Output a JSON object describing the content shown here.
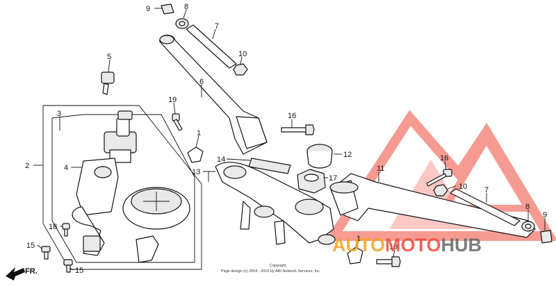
{
  "callouts": {
    "c1a": "1",
    "c1b": "1",
    "c2": "2",
    "c3": "3",
    "c4": "4",
    "c5": "5",
    "c6": "6",
    "c7a": "7",
    "c7b": "7",
    "c8a": "8",
    "c8b": "8",
    "c9a": "9",
    "c9b": "9",
    "c10a": "10",
    "c10b": "10",
    "c11": "11",
    "c12": "12",
    "c13": "13",
    "c14": "14",
    "c15a": "15",
    "c15b": "15",
    "c16a": "16",
    "c16b": "16",
    "c17": "17",
    "c18": "18",
    "c19a": "19",
    "c19b": "19"
  },
  "front_indicator": "FR.",
  "watermark": {
    "part1": "AUTO",
    "part2": "MOTO",
    "part3": "HUB"
  },
  "copyright": {
    "line1": "Copyright",
    "line2": "Page design (c) 2004 - 2016 by ARI Network Services, Inc."
  },
  "colors": {
    "watermark_red": "#f04a3a",
    "watermark_orange": "#f6a21e",
    "watermark_dark": "#555555"
  }
}
